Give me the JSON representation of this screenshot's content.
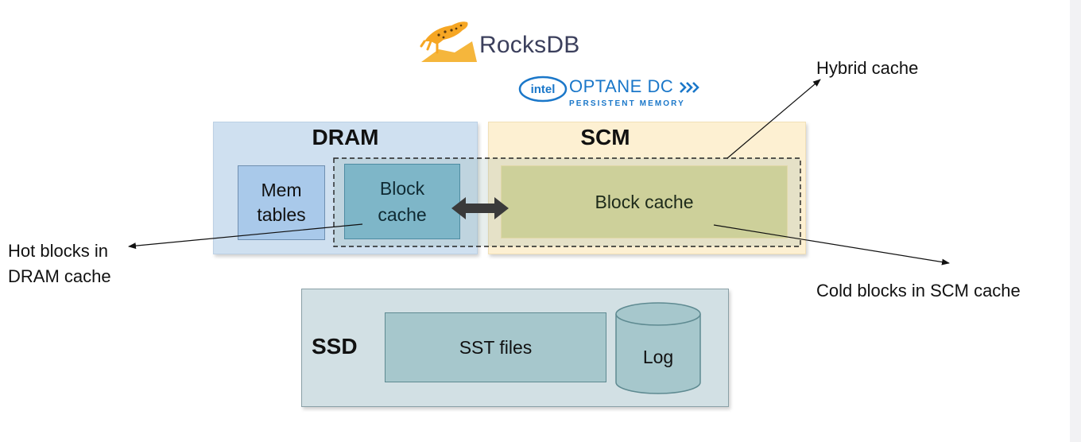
{
  "logos": {
    "rocksdb": "RocksDB",
    "intel": "intel",
    "optane": "OPTANE DC",
    "optane_sub": "PERSISTENT MEMORY"
  },
  "dram": {
    "label": "DRAM",
    "mem_tables": [
      "Mem",
      "tables"
    ],
    "block_cache": [
      "Block",
      "cache"
    ]
  },
  "scm": {
    "label": "SCM",
    "block_cache": "Block cache"
  },
  "ssd": {
    "label": "SSD",
    "sst_files": "SST files",
    "log": "Log"
  },
  "annotations": {
    "hybrid_cache": "Hybrid cache",
    "hot_blocks": [
      "Hot blocks in",
      "DRAM cache"
    ],
    "cold_blocks": "Cold blocks in SCM cache"
  },
  "colors": {
    "dram_bg": "#cfe0f0",
    "scm_bg": "#fdf0d2",
    "ssd_bg": "#d2e0e4",
    "optane_blue": "#1a77c9",
    "rocksdb_orange": "#f5a623"
  }
}
